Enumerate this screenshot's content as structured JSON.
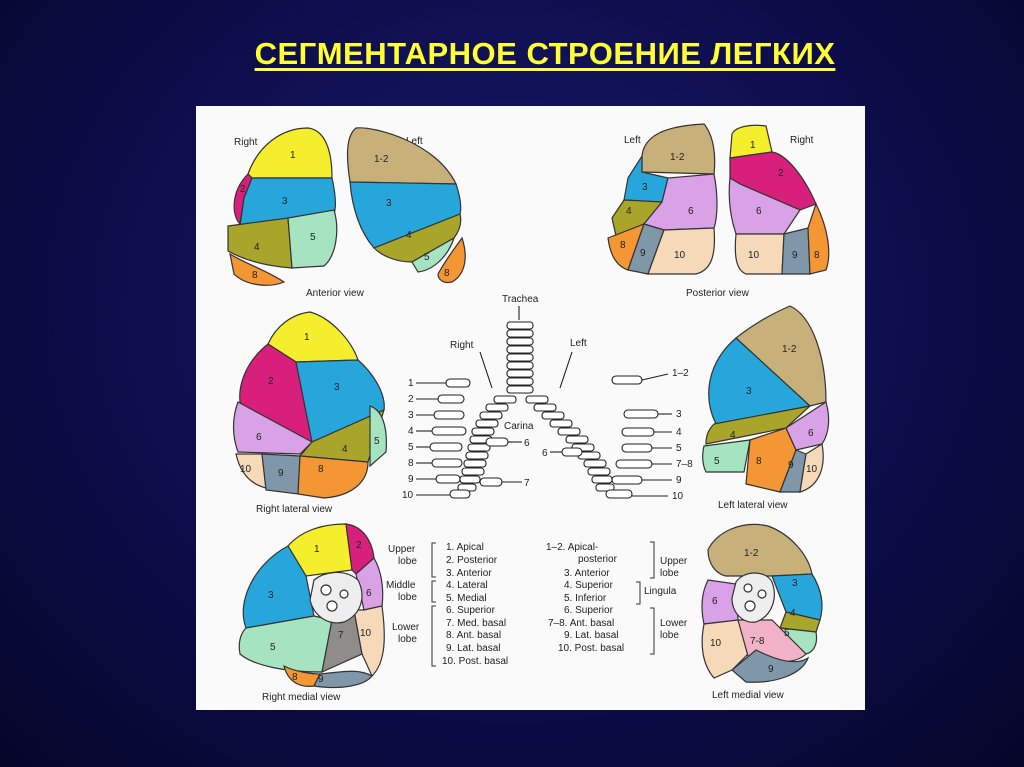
{
  "title": "СЕГМЕНТАРНОЕ СТРОЕНИЕ ЛЕГКИХ",
  "colors": {
    "yellow": "#f5ee2c",
    "magenta": "#d81f7c",
    "blue": "#27a6dc",
    "olive": "#a9a42a",
    "green": "#a6e3c0",
    "orange": "#f39633",
    "tan": "#c8b07a",
    "lilac": "#d9a2e6",
    "peach": "#f5d9b8",
    "grayblue": "#7f97a8",
    "gray": "#8f8d8a",
    "pink": "#f2b3c8"
  },
  "anterior": {
    "right_label": "Right",
    "left_label": "Left",
    "caption": "Anterior view",
    "segs": {
      "s1": "1",
      "s2": "2",
      "s3": "3",
      "s4": "4",
      "s5": "5",
      "s8": "8",
      "l12": "1-2",
      "l3": "3",
      "l4": "4",
      "l5": "5",
      "l8": "8"
    }
  },
  "posterior": {
    "left_label": "Left",
    "right_label": "Right",
    "caption": "Posterior view",
    "segs": {
      "l12": "1-2",
      "l3": "3",
      "l4": "4",
      "l6": "6",
      "l8": "8",
      "l9": "9",
      "l10": "10",
      "r1": "1",
      "r2": "2",
      "r6": "6",
      "r10": "10",
      "r9": "9",
      "r8": "8"
    }
  },
  "right_lateral": {
    "caption": "Right lateral view",
    "segs": {
      "s1": "1",
      "s2": "2",
      "s3": "3",
      "s4": "4",
      "s5": "5",
      "s6": "6",
      "s8": "8",
      "s9": "9",
      "s10": "10"
    }
  },
  "left_lateral": {
    "caption": "Left lateral view",
    "segs": {
      "s12": "1-2",
      "s3": "3",
      "s4": "4",
      "s5": "5",
      "s6": "6",
      "s8": "8",
      "s9": "9",
      "s10": "10"
    }
  },
  "right_medial": {
    "caption": "Right medial view",
    "segs": {
      "s1": "1",
      "s2": "2",
      "s3": "3",
      "s5": "5",
      "s6": "6",
      "s7": "7",
      "s8": "8",
      "s9": "9",
      "s10": "10"
    }
  },
  "left_medial": {
    "caption": "Left medial view",
    "segs": {
      "s12": "1-2",
      "s3": "3",
      "s4": "4",
      "s5": "5",
      "s6": "6",
      "s78": "7-8",
      "s9": "9",
      "s10": "10"
    }
  },
  "bronchi": {
    "trachea": "Trachea",
    "right": "Right",
    "left": "Left",
    "carina": "Carina",
    "right_nums": [
      "1",
      "2",
      "3",
      "4",
      "5",
      "8",
      "9",
      "10"
    ],
    "right_inner_6": "6",
    "right_inner_7": "7",
    "left_nums": [
      "1–2",
      "3",
      "4",
      "5",
      "7–8",
      "9",
      "10"
    ],
    "left_inner_6": "6"
  },
  "legend": {
    "right": {
      "upper": "Upper",
      "lobe1": "lobe",
      "middle": "Middle",
      "lobe2": "lobe",
      "lower": "Lower",
      "lobe3": "lobe",
      "items": [
        "1.  Apical",
        "2.  Posterior",
        "3.  Anterior",
        "4.  Lateral",
        "5.  Medial",
        "6.  Superior",
        "7.  Med. basal",
        "8.  Ant. basal",
        "9.  Lat. basal",
        "10.  Post. basal"
      ]
    },
    "left": {
      "upper": "Upper",
      "lobe1": "lobe",
      "lingula": "Lingula",
      "lower": "Lower",
      "lobe2": "lobe",
      "items": [
        "1–2.  Apical-",
        "posterior",
        "3.  Anterior",
        "4.  Superior",
        "5.  Inferior",
        "6.  Superior",
        "7–8.  Ant. basal",
        "9.  Lat. basal",
        "10.  Post. basal"
      ]
    }
  }
}
